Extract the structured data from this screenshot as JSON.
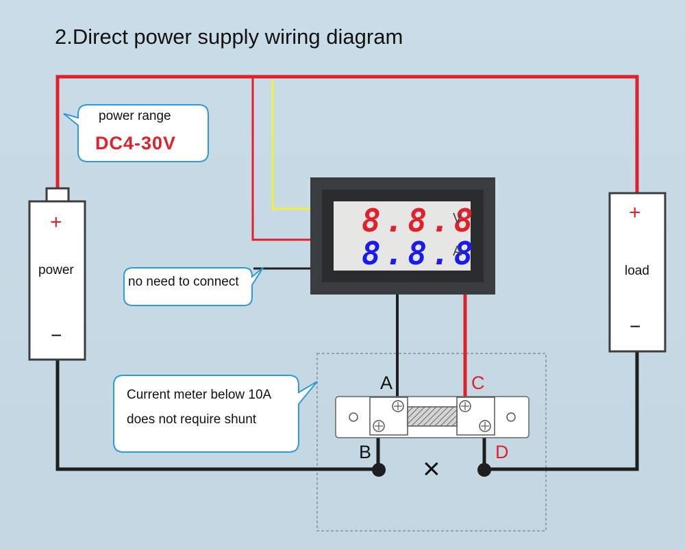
{
  "title": "2.Direct power supply wiring diagram",
  "power_range": {
    "label": "power range",
    "value": "DC4-30V"
  },
  "power_box": {
    "plus": "+",
    "label": "power",
    "minus": "−"
  },
  "load_box": {
    "plus": "+",
    "label": "load",
    "minus": "−"
  },
  "meter": {
    "volt_digits": "8.8.8",
    "volt_unit": "V",
    "amp_digits": "8.8.8",
    "amp_unit": "A"
  },
  "no_connect_note": "no need to connect",
  "shunt_note": {
    "line1": "Current meter below 10A",
    "line2": "does not require shunt"
  },
  "terminals": {
    "a": "A",
    "b": "B",
    "c": "C",
    "d": "D"
  },
  "cross_mark": "×",
  "colors": {
    "red": "#e0202a",
    "yellow": "#f4ef3a",
    "black": "#1e1e1e",
    "blue": "#1a1aef",
    "bubble": "#2a9ad8",
    "meter_frame": "#3a3d40"
  }
}
